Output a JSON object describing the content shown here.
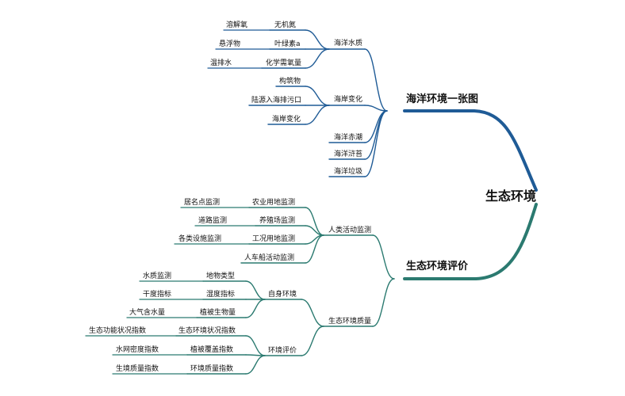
{
  "root": "生态环境",
  "branches": [
    {
      "label": "海洋环境一张图",
      "children": [
        {
          "label": "海洋水质",
          "children": [
            {
              "label": "无机氮",
              "children": [
                {
                  "label": "溶解氧"
                }
              ]
            },
            {
              "label": "叶绿素a",
              "children": [
                {
                  "label": "悬浮物"
                }
              ]
            },
            {
              "label": "化学需氧量",
              "children": [
                {
                  "label": "温排水"
                }
              ]
            }
          ]
        },
        {
          "label": "海岸变化",
          "children": [
            {
              "label": "构筑物"
            },
            {
              "label": "陆源入海排污口"
            },
            {
              "label": "海岸变化"
            }
          ]
        },
        {
          "label": "海洋赤潮"
        },
        {
          "label": "海洋浒苔"
        },
        {
          "label": "海洋垃圾"
        }
      ]
    },
    {
      "label": "生态环境评价",
      "children": [
        {
          "label": "人类活动监测",
          "children": [
            {
              "label": "农业用地监测",
              "children": [
                {
                  "label": "居名点监测"
                }
              ]
            },
            {
              "label": "养殖场监测",
              "children": [
                {
                  "label": "道路监测"
                }
              ]
            },
            {
              "label": "工况用地监测",
              "children": [
                {
                  "label": "各类设施监测"
                }
              ]
            },
            {
              "label": "人车船活动监测"
            }
          ]
        },
        {
          "label": "生态环境质量",
          "children": [
            {
              "label": "自身环境",
              "children": [
                {
                  "label": "地物类型",
                  "children": [
                    {
                      "label": "水质监测"
                    }
                  ]
                },
                {
                  "label": "湿度指标",
                  "children": [
                    {
                      "label": "干度指标"
                    }
                  ]
                },
                {
                  "label": "植被生物量",
                  "children": [
                    {
                      "label": "大气含水量"
                    }
                  ]
                }
              ]
            },
            {
              "label": "环境评价",
              "children": [
                {
                  "label": "生态环境状况指数",
                  "children": [
                    {
                      "label": "生态功能状况指数"
                    }
                  ]
                },
                {
                  "label": "植被覆盖指数",
                  "children": [
                    {
                      "label": "水网密度指数"
                    }
                  ]
                },
                {
                  "label": "环境质量指数",
                  "children": [
                    {
                      "label": "生境质量指数"
                    }
                  ]
                }
              ]
            }
          ]
        }
      ]
    }
  ],
  "colors": {
    "top_branch": "#1f5b96",
    "bottom_branch": "#2b7a70",
    "text": "#111111"
  }
}
